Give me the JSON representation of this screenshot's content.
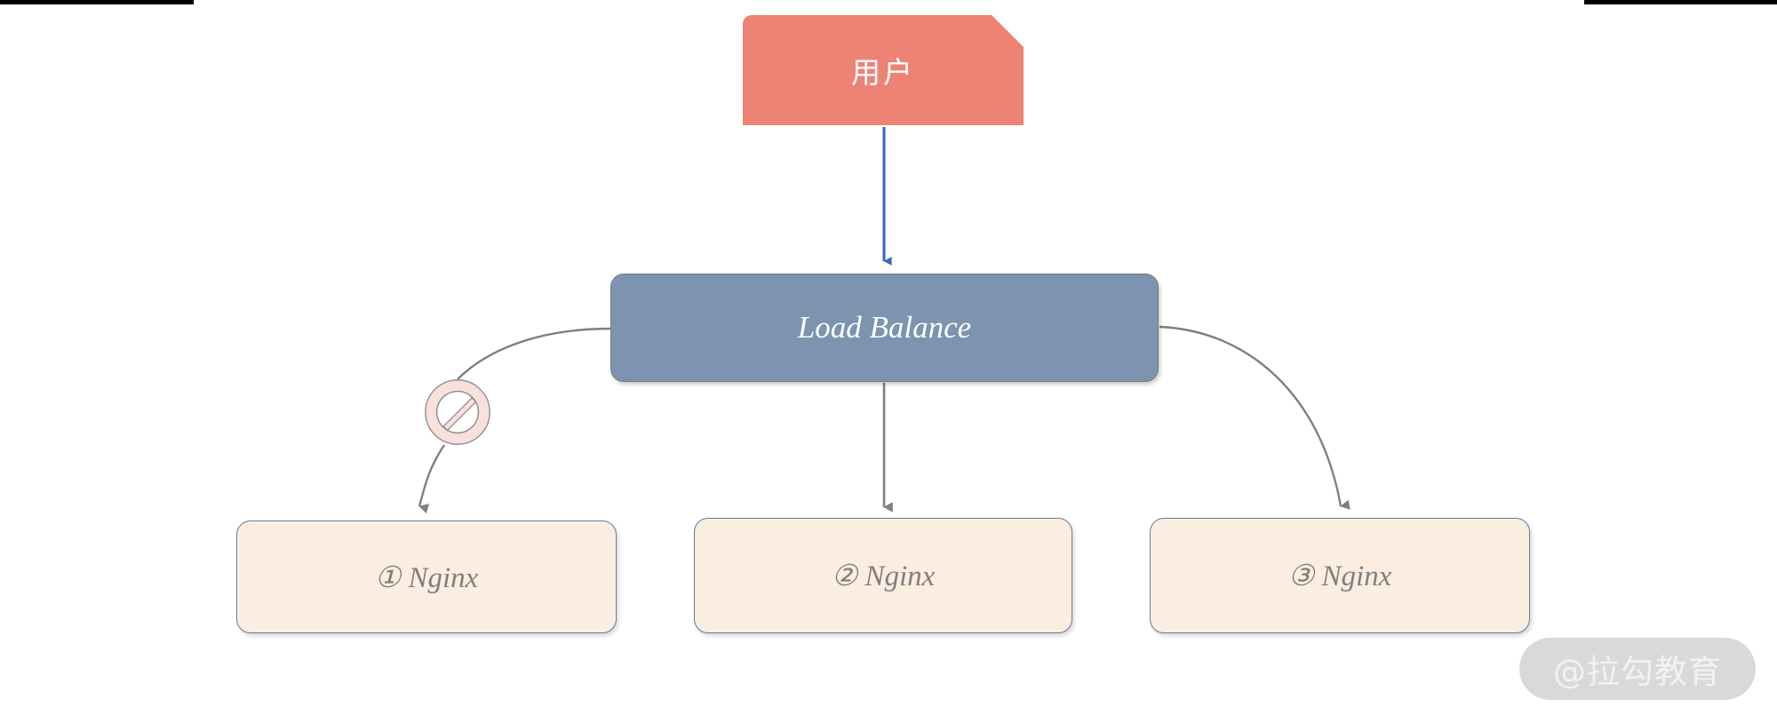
{
  "diagram": {
    "title": "Load Balance Nginx topology",
    "background": "#ffffff",
    "nodes": {
      "user": {
        "label": "用户",
        "shape": "note",
        "fill": "#ED8375",
        "text_color": "#ffffff"
      },
      "load_balance": {
        "label": "Load Balance",
        "shape": "rounded-rect",
        "fill": "#7C94AF",
        "border": "#7a7a7a",
        "text_color": "#ffffff"
      },
      "nginx_1": {
        "label": "① Nginx",
        "shape": "rounded-rect",
        "fill": "#FBEEE1",
        "border": "#6A7B95",
        "text_color": "#7F7F7F"
      },
      "nginx_2": {
        "label": "② Nginx",
        "shape": "rounded-rect",
        "fill": "#FBEEE1",
        "border": "#6A7B95",
        "text_color": "#7F7F7F"
      },
      "nginx_3": {
        "label": "③ Nginx",
        "shape": "rounded-rect",
        "fill": "#FBEEE1",
        "border": "#6A7B95",
        "text_color": "#7F7F7F"
      }
    },
    "edges": [
      {
        "id": "user-to-lb",
        "from": "user",
        "to": "load_balance",
        "style": "straight",
        "color": "#3A6BB5",
        "arrowhead": "solid-triangle",
        "label": ""
      },
      {
        "id": "lb-to-nginx1",
        "from": "load_balance",
        "to": "nginx_1",
        "style": "curved",
        "color": "#7F7F7F",
        "arrowhead": "solid-triangle",
        "marker": "blocked",
        "label": ""
      },
      {
        "id": "lb-to-nginx2",
        "from": "load_balance",
        "to": "nginx_2",
        "style": "straight",
        "color": "#7F7F7F",
        "arrowhead": "solid-triangle",
        "label": ""
      },
      {
        "id": "lb-to-nginx3",
        "from": "load_balance",
        "to": "nginx_3",
        "style": "curved",
        "color": "#7F7F7F",
        "arrowhead": "solid-triangle",
        "label": ""
      }
    ],
    "markers": {
      "blocked": {
        "name": "no-entry-icon",
        "fill": "#F8E0DD",
        "stroke": "#8A8A8A",
        "meaning": "node unavailable / traffic blocked"
      }
    }
  },
  "watermark": {
    "text": "@拉勾教育",
    "fill": "#D9D9D9",
    "text_color": "#F2F2F2"
  },
  "rules": {
    "top_left": "",
    "top_right": ""
  }
}
